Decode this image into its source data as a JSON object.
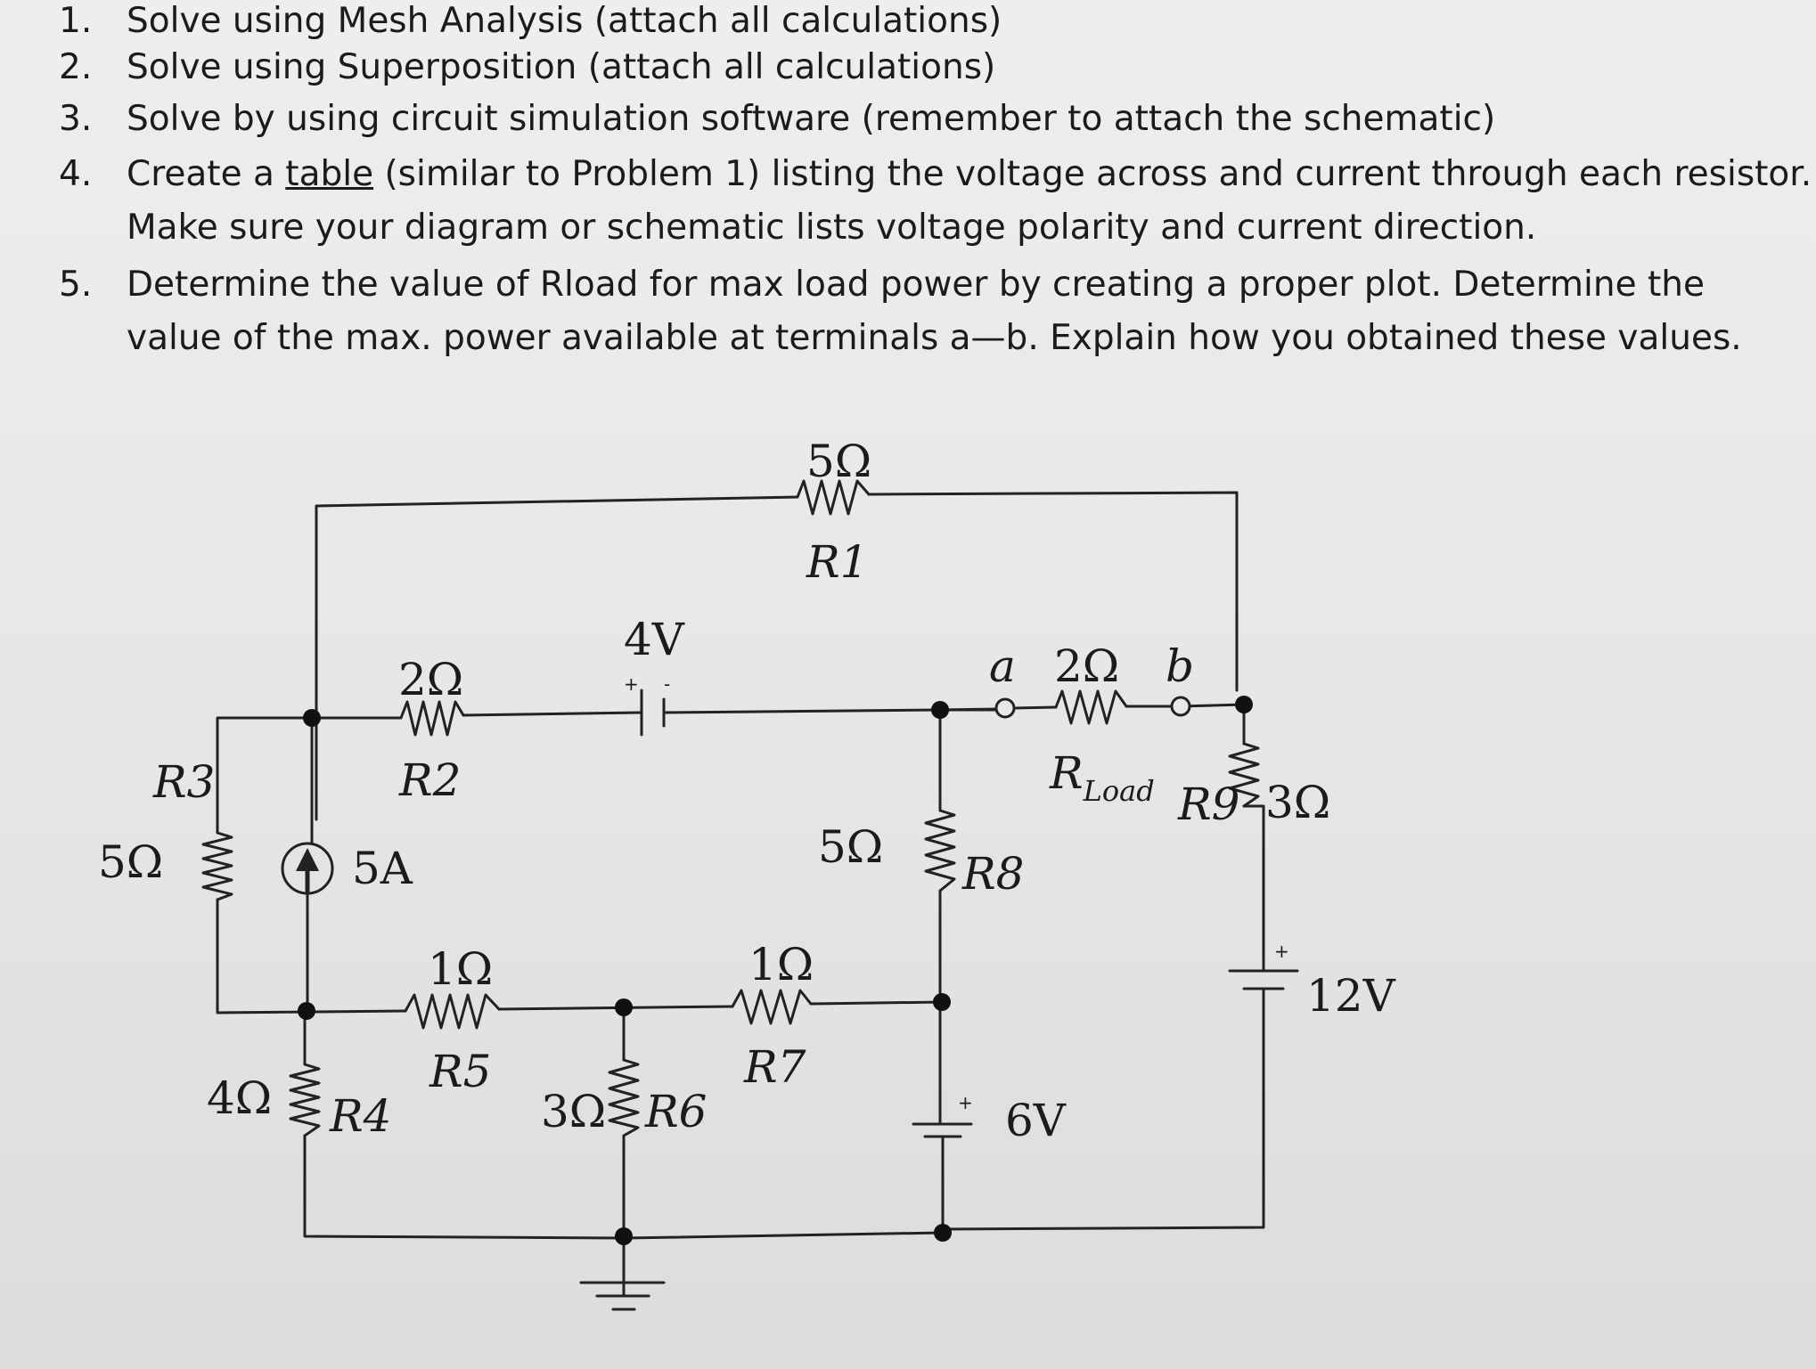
{
  "instructions": [
    {
      "num": "1.",
      "text": "Solve using Mesh Analysis (attach all calculations)"
    },
    {
      "num": "2.",
      "text": "Solve using Superposition (attach all calculations)"
    },
    {
      "num": "3.",
      "text": "Solve by using circuit simulation software (remember to attach the schematic)"
    },
    {
      "num": "4.",
      "pre": "Create a ",
      "link": "table",
      "post": " (similar to Problem 1) listing the voltage across and current through each resistor.",
      "text2": "Make sure your diagram or schematic lists voltage polarity and current direction."
    },
    {
      "num": "5.",
      "text": "Determine the value of Rload for max load power by creating a proper plot. Determine the",
      "text2": "value of the max. power available at terminals a—b. Explain how you obtained these values."
    }
  ],
  "circuit": {
    "R1": {
      "name": "R1",
      "value": "5Ω"
    },
    "R2": {
      "name": "R2",
      "value": "2Ω"
    },
    "R3": {
      "name": "R3",
      "value": "5Ω"
    },
    "R4": {
      "name": "R4",
      "value": "4Ω"
    },
    "R5": {
      "name": "R5",
      "value": "1Ω"
    },
    "R6": {
      "name": "R6",
      "value": "3Ω"
    },
    "R7": {
      "name": "R7",
      "value": "1Ω"
    },
    "R8": {
      "name": "R8",
      "value": "5Ω"
    },
    "R9": {
      "name": "R9",
      "value": "3Ω"
    },
    "Rload": {
      "name": "R",
      "sub": "Load",
      "value": "2Ω"
    },
    "current_source": {
      "value": "5A"
    },
    "v4": {
      "value": "4V",
      "plus": "+",
      "minus": "-"
    },
    "v6": {
      "value": "6V",
      "plus": "+"
    },
    "v12": {
      "value": "12V",
      "plus": "+"
    },
    "terminal_a": "a",
    "terminal_b": "b"
  }
}
